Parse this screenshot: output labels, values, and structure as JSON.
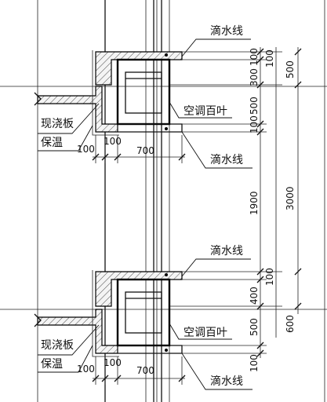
{
  "labels": {
    "drip_line": "滴水线",
    "ac_louver": "空调百叶",
    "cast_slab": "现浇板",
    "insulation": "保温"
  },
  "dims": {
    "d100": "100",
    "d300": "300",
    "d400": "400",
    "d500": "500",
    "d600": "600",
    "d700": "700",
    "d1900": "1900",
    "d3000": "3000"
  },
  "colors": {
    "line": "#000000",
    "background": "#ffffff"
  }
}
